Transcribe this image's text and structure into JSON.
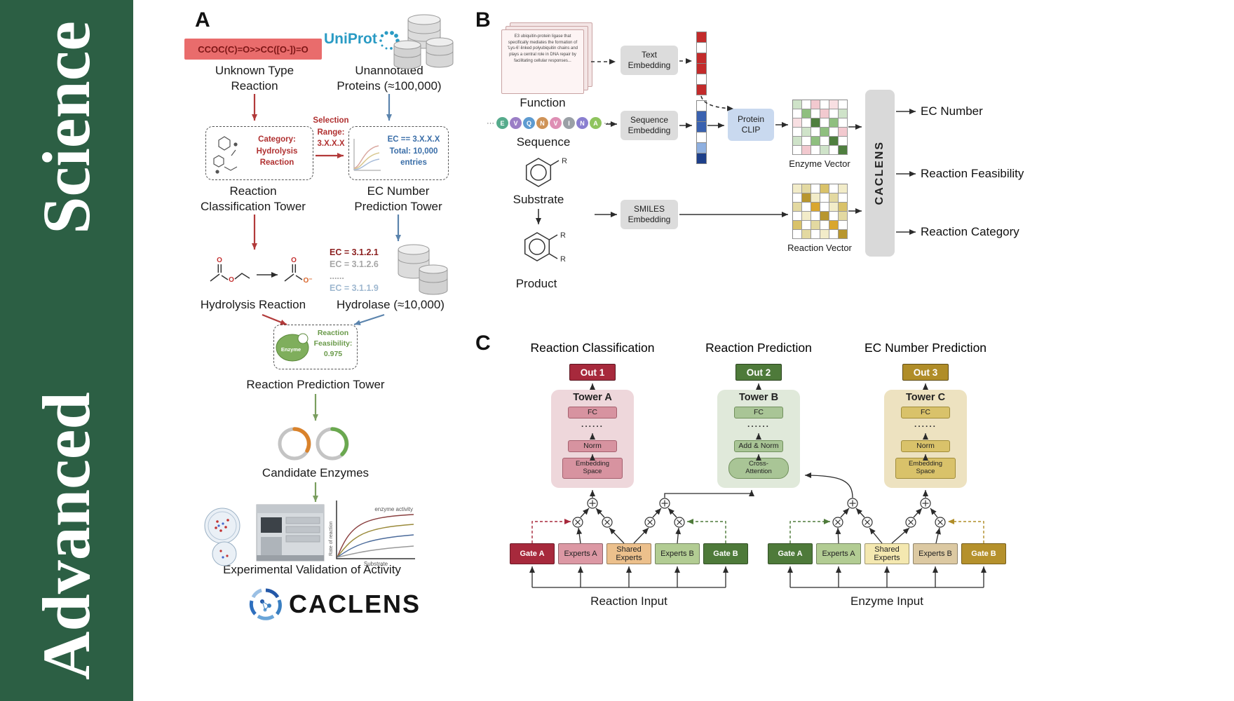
{
  "journal": {
    "name": "Advanced Science"
  },
  "colors": {
    "banner_green": "#2c5f44",
    "arrow_red": "#b23a3a",
    "arrow_blue": "#5b84ad",
    "arrow_green": "#7a9e5f",
    "uniprot_blue": "#2a9bc4",
    "out1_red": "#a7293c",
    "out2_green": "#4e7a3a",
    "out3_gold": "#b08d28"
  },
  "panelA": {
    "label": "A",
    "smiles": "CCOC(C)=O>>CC([O-])=O",
    "unknown_reaction": "Unknown Type\nReaction",
    "uniprot": "UniProt",
    "unannotated_proteins": "Unannotated\nProteins (≈100,000)",
    "classification_box": "Category:\nHydrolysis\nReaction",
    "selection_range": "Selection\nRange:\n3.X.X.X",
    "ec_box": "EC == 3.X.X.X\nTotal: 10,000\nentries",
    "tower_classification": "Reaction\nClassification Tower",
    "tower_ec": "EC Number\nPrediction Tower",
    "hydrolysis_reaction": "Hydrolysis Reaction",
    "ec_list": [
      "EC = 3.1.2.1",
      "EC = 3.1.2.6",
      "......",
      "EC = 3.1.1.9"
    ],
    "hydrolase": "Hydrolase (≈10,000)",
    "enzyme_blob": "Enzyme",
    "feasibility": "Reaction\nFeasibility:\n0.975",
    "tower_prediction": "Reaction Prediction Tower",
    "candidate_enzymes": "Candidate Enzymes",
    "validation": "Experimental Validation of Activity",
    "brand": "CACLENS",
    "atom_o": "O",
    "atom_o_minus": "O⁻",
    "plot": {
      "title": "enzyme activity",
      "xlabel": "Substrate",
      "ylabel": "Rate of reaction"
    }
  },
  "panelB": {
    "label": "B",
    "function_card": "E3 ubiquitin-protein ligase that specifically mediates the formation of 'Lys-6'-linked polyubiquitin chains and plays a central role in DNA repair by facilitating cellular responses...",
    "function": "Function",
    "text_embedding": "Text\nEmbedding",
    "ellipsis": "···",
    "residues": [
      {
        "letter": "E",
        "color": "#56ab8c"
      },
      {
        "letter": "V",
        "color": "#9b7fc6"
      },
      {
        "letter": "Q",
        "color": "#5e9bd0"
      },
      {
        "letter": "N",
        "color": "#cf9357"
      },
      {
        "letter": "V",
        "color": "#de8fb4"
      },
      {
        "letter": "I",
        "color": "#9aa0a6"
      },
      {
        "letter": "N",
        "color": "#8a7fd0"
      },
      {
        "letter": "A",
        "color": "#8fc45e"
      }
    ],
    "sequence": "Sequence",
    "sequence_embedding": "Sequence\nEmbedding",
    "protein_clip": "Protein\nCLIP",
    "enzyme_vector": "Enzyme Vector",
    "substrate": "Substrate",
    "product": "Product",
    "r_label": "R",
    "smiles_embedding": "SMILES\nEmbedding",
    "reaction_vector": "Reaction Vector",
    "caclens": "CACLENS",
    "outputs": [
      "EC Number",
      "Reaction Feasibility",
      "Reaction Category"
    ],
    "text_vector": [
      "#c32b2b",
      "#ffffff",
      "#c32b2b",
      "#c32b2b",
      "#ffffff",
      "#c32b2b"
    ],
    "seq_vector": [
      "#ffffff",
      "#3a62b0",
      "#3a62b0",
      "#ffffff",
      "#8fb0e0",
      "#1d3f8a"
    ],
    "enzyme_matrix": [
      [
        "#cfe3c9",
        "#ffffff",
        "#f2c9cf",
        "#ffffff",
        "#f8dfe2",
        "#ffffff"
      ],
      [
        "#ffffff",
        "#8fbf7f",
        "#ffffff",
        "#f2c9cf",
        "#ffffff",
        "#cfe3c9"
      ],
      [
        "#f8dfe2",
        "#ffffff",
        "#4f7f3f",
        "#ffffff",
        "#8fbf7f",
        "#ffffff"
      ],
      [
        "#ffffff",
        "#cfe3c9",
        "#ffffff",
        "#8fbf7f",
        "#ffffff",
        "#f2c9cf"
      ],
      [
        "#cfe3c9",
        "#ffffff",
        "#8fbf7f",
        "#ffffff",
        "#4f7f3f",
        "#ffffff"
      ],
      [
        "#ffffff",
        "#f2c9cf",
        "#ffffff",
        "#cfe3c9",
        "#ffffff",
        "#4f7f3f"
      ]
    ],
    "reaction_matrix": [
      [
        "#f2ecc9",
        "#e3d9a1",
        "#ffffff",
        "#d9c26a",
        "#ffffff",
        "#f2ecc9"
      ],
      [
        "#ffffff",
        "#b8962e",
        "#f2ecc9",
        "#ffffff",
        "#e3d9a1",
        "#ffffff"
      ],
      [
        "#e3d9a1",
        "#ffffff",
        "#d9a62e",
        "#ffffff",
        "#f2ecc9",
        "#d9c26a"
      ],
      [
        "#ffffff",
        "#f2ecc9",
        "#ffffff",
        "#b8962e",
        "#ffffff",
        "#e3d9a1"
      ],
      [
        "#d9c26a",
        "#ffffff",
        "#e3d9a1",
        "#ffffff",
        "#d9a62e",
        "#ffffff"
      ],
      [
        "#ffffff",
        "#e3d9a1",
        "#ffffff",
        "#f2ecc9",
        "#ffffff",
        "#b8962e"
      ]
    ]
  },
  "panelC": {
    "label": "C",
    "headers": [
      "Reaction Classification",
      "Reaction Prediction",
      "EC Number Prediction"
    ],
    "outs": [
      "Out 1",
      "Out 2",
      "Out 3"
    ],
    "towers": [
      {
        "title": "Tower A",
        "fc": "FC",
        "dots": "......",
        "norm": "Norm",
        "base": "Embedding\nSpace"
      },
      {
        "title": "Tower B",
        "fc": "FC",
        "dots": "......",
        "norm": "Add & Norm",
        "base": "Cross-\nAttention"
      },
      {
        "title": "Tower C",
        "fc": "FC",
        "dots": "......",
        "norm": "Norm",
        "base": "Embedding\nSpace"
      }
    ],
    "groups": [
      {
        "labels": [
          "Gate A",
          "Experts A",
          "Shared\nExperts",
          "Experts B",
          "Gate B"
        ],
        "input": "Reaction Input"
      },
      {
        "labels": [
          "Gate A",
          "Experts A",
          "Shared\nExperts",
          "Experts B",
          "Gate B"
        ],
        "input": "Enzyme Input"
      }
    ]
  }
}
